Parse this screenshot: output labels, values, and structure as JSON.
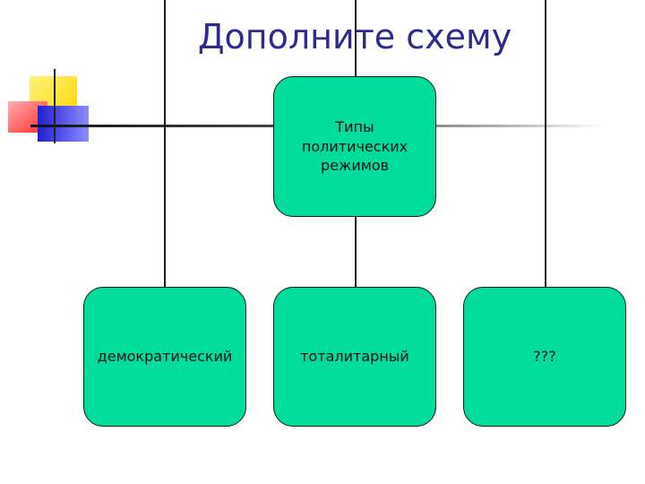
{
  "slide": {
    "title": "Дополните схему"
  },
  "diagram": {
    "root": {
      "label": "Типы\nполитических\nрежимов"
    },
    "children": [
      {
        "label": "демократический"
      },
      {
        "label": "тоталитарный"
      },
      {
        "label": "???"
      }
    ]
  },
  "colors": {
    "title": "#2e2b8f",
    "node_fill": "#00dc9c",
    "node_border": "#1a1a1a",
    "decor_yellow": "#ffe633",
    "decor_red": "#ff5a5a",
    "decor_blue": "#3a3aff"
  }
}
